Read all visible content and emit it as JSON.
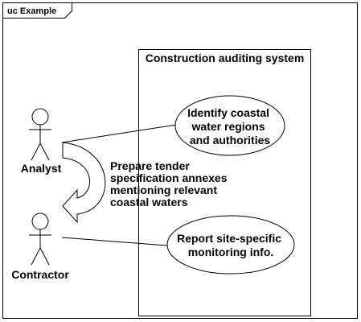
{
  "frame": {
    "label": "uc Example"
  },
  "system": {
    "title": "Construction auditing system"
  },
  "actors": {
    "analyst": {
      "name": "Analyst"
    },
    "contractor": {
      "name": "Contractor"
    }
  },
  "use_cases": {
    "identify": {
      "lines": [
        "Identify coastal",
        "water regions",
        "and authorities"
      ]
    },
    "report": {
      "lines": [
        "Report site-specific",
        "monitoring info."
      ]
    }
  },
  "flow_note": {
    "lines": [
      "Prepare tender",
      "specification annexes",
      "mentioning relevant",
      "coastal waters"
    ]
  }
}
